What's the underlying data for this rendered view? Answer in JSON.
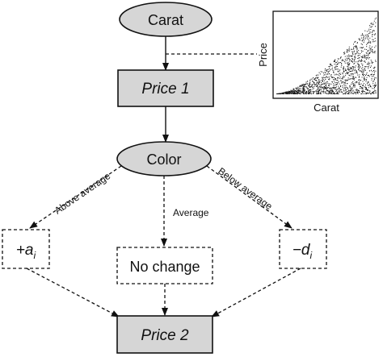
{
  "nodes": {
    "carat": "Carat",
    "price1": "Price 1",
    "color": "Color",
    "plus_a": "+a",
    "plus_a_sub": "i",
    "no_change": "No change",
    "minus_d": "−d",
    "minus_d_sub": "i",
    "price2": "Price 2"
  },
  "edges": {
    "above_average": "Above average",
    "average": "Average",
    "below_average": "Below average"
  },
  "inset_plot": {
    "xlabel": "Carat",
    "ylabel": "Price"
  },
  "colors": {
    "node_fill": "#d6d6d6",
    "stroke": "#111111"
  }
}
